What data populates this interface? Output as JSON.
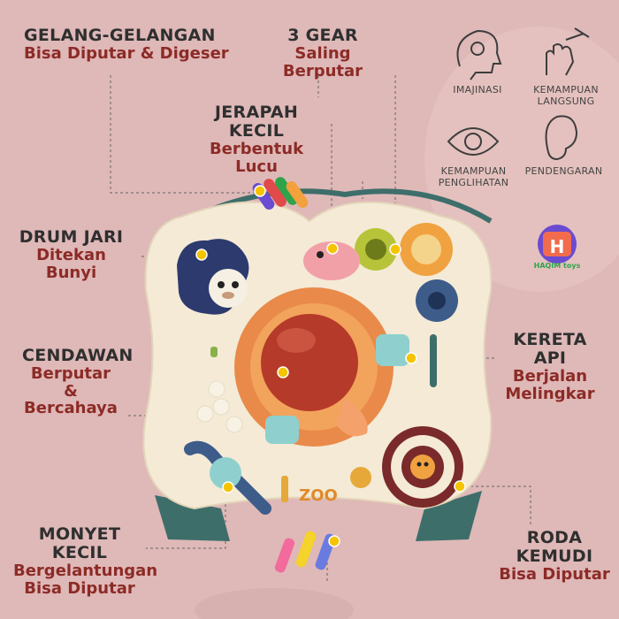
{
  "features": {
    "bracelet": {
      "title": "GELANG-GELANGAN",
      "subtitle": "Bisa Diputar & Digeser"
    },
    "gears": {
      "title": "3 GEAR",
      "subtitle": "Saling Berputar"
    },
    "giraffe": {
      "title": "JERAPAH KECIL",
      "subtitle": "Berbentuk Lucu"
    },
    "drum": {
      "title": "DRUM JARI",
      "subtitle": "Ditekan Bunyi"
    },
    "mushroom": {
      "title": "CENDAWAN",
      "subtitle_line1": "Berputar &",
      "subtitle_line2": "Bercahaya"
    },
    "train": {
      "title": "KERETA API",
      "subtitle_line1": "Berjalan",
      "subtitle_line2": "Melingkar"
    },
    "monkey": {
      "title": "MONYET KECIL",
      "subtitle_line1": "Bergelantungan",
      "subtitle_line2": "Bisa Diputar"
    },
    "wheel": {
      "title": "RODA KEMUDI",
      "subtitle": "Bisa Diputar"
    }
  },
  "skills": [
    {
      "label": "IMAJINASI",
      "icon": "brain-head-icon"
    },
    {
      "label_line1": "KEMAMPUAN",
      "label_line2": "LANGSUNG",
      "icon": "touch-hand-icon"
    },
    {
      "label_line1": "KEMAMPUAN",
      "label_line2": "PENGLIHATAN",
      "icon": "eye-icon"
    },
    {
      "label": "PENDENGARAN",
      "icon": "ear-icon"
    }
  ],
  "brand": {
    "logo_letter": "H",
    "logo_text": "HAQIM toys"
  },
  "toy": {
    "zoo_text": "ZOO"
  },
  "colors": {
    "background": "#dfb8b8",
    "title": "#2f2f2f",
    "subtitle": "#8c2b26",
    "marker": "#f5c400",
    "toy_base": "#f4ead6",
    "dome": "#b63a2a"
  }
}
